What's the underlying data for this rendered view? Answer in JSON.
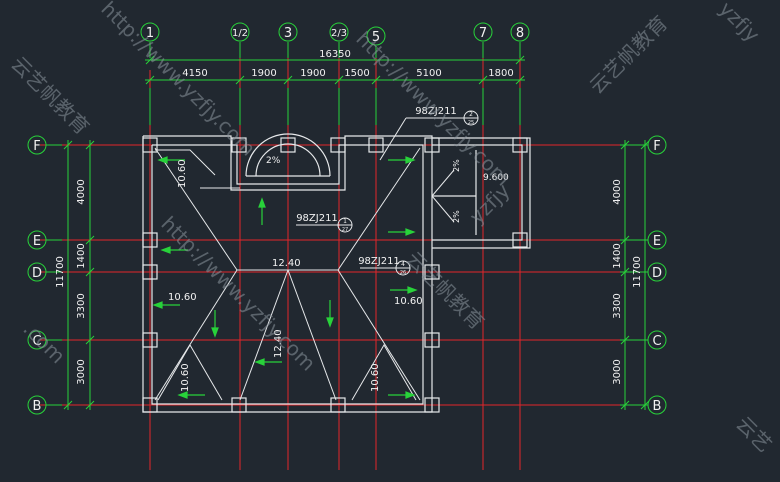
{
  "axes_top": [
    "1",
    "1/2",
    "3",
    "2/3",
    "5",
    "7",
    "8"
  ],
  "axes_side": [
    "F",
    "E",
    "D",
    "C",
    "B"
  ],
  "dims_top": {
    "overall": "16350",
    "segments": [
      "4150",
      "1900",
      "1900",
      "1500",
      "5100",
      "1800"
    ]
  },
  "dims_side": {
    "overall": "11700",
    "segments": [
      "4000",
      "1400",
      "3300",
      "3000"
    ]
  },
  "annotations": {
    "detail_top": "98ZJ211",
    "detail_top_num": "2",
    "detail_top_sheet": "25",
    "detail_mid": "98ZJ211",
    "detail_mid_num": "1",
    "detail_mid_sheet": "27",
    "detail_right": "98ZJ211",
    "detail_right_num": "4",
    "detail_right_sheet": "26",
    "elev_1060_a": "10.60",
    "elev_1060_b": "10.60",
    "elev_1060_c": "10.60",
    "elev_1060_d": "10.60",
    "elev_1060_e": "10.60",
    "elev_1240_a": "12.40",
    "elev_1240_b": "12.40",
    "elev_9600": "9.600",
    "slope_dome": "2%",
    "slope_side_1": "2%",
    "slope_side_2": "2%"
  },
  "watermarks": {
    "url": "http://www.yzfjy.com",
    "cn": "云艺帆教育",
    "yz": "yzfjy",
    "com": ".com",
    "yun": "云艺"
  },
  "colors": {
    "background": "#212830",
    "axis_red": "#e3262a",
    "dim_green": "#28d23a",
    "wall_white": "#e6e8ea",
    "text_white": "#f2f2f2"
  }
}
